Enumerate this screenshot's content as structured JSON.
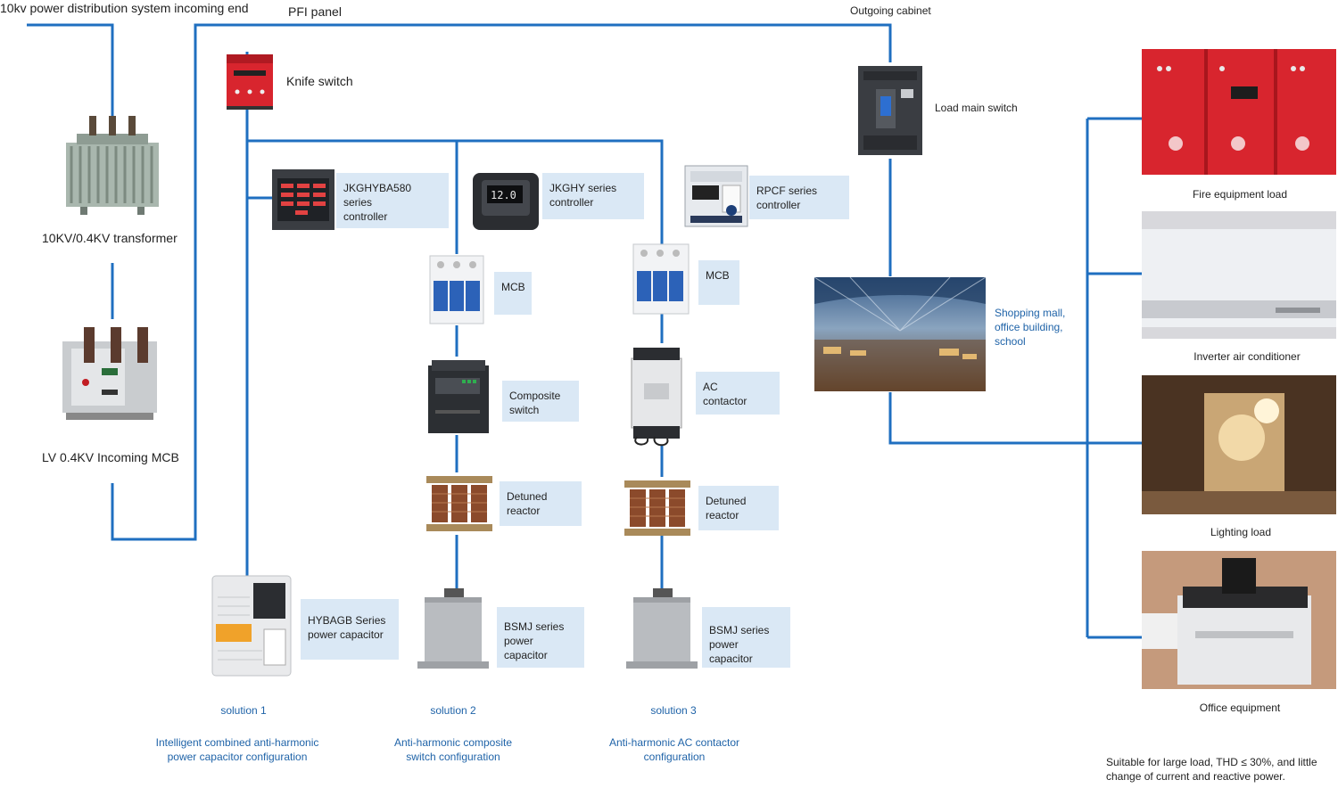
{
  "top": {
    "incoming": "10kv power distribution system incoming end",
    "pfi_panel": "PFI panel",
    "outgoing": "Outgoing cabinet"
  },
  "left": {
    "transformer": "10KV/0.4KV transformer",
    "incoming_mcb": "LV 0.4KV Incoming MCB",
    "knife_switch": "Knife switch"
  },
  "controllers": {
    "c1": [
      "JKGHYBA580 series",
      "controller"
    ],
    "c2": [
      "JKGHY series",
      "controller"
    ],
    "c3": [
      "RPCF series",
      "controller"
    ]
  },
  "col2": {
    "mcb": "MCB",
    "composite": [
      "Composite",
      "switch"
    ],
    "reactor": [
      "Detuned",
      "reactor"
    ],
    "capacitor": [
      "BSMJ series",
      "power capacitor"
    ]
  },
  "col3": {
    "mcb": "MCB",
    "contactor": [
      "AC",
      "contactor"
    ],
    "reactor": [
      "Detuned",
      "reactor"
    ],
    "capacitor": [
      "BSMJ series",
      "power capacitor"
    ]
  },
  "col1": {
    "capacitor": [
      "HYBAGB Series",
      "power capacitor"
    ]
  },
  "solutions": [
    {
      "name": "solution 1",
      "desc": [
        "Intelligent combined anti-harmonic",
        "power capacitor configuration"
      ]
    },
    {
      "name": "solution 2",
      "desc": [
        "Anti-harmonic composite",
        "switch configuration"
      ]
    },
    {
      "name": "solution 3",
      "desc": [
        "Anti-harmonic AC contactor",
        "configuration"
      ]
    }
  ],
  "load": {
    "main_switch": "Load main switch",
    "mall": [
      "Shopping mall,",
      "office building,",
      "school"
    ]
  },
  "loads": {
    "fire": "Fire equipment load",
    "ac": "Inverter air conditioner",
    "lighting": "Lighting load",
    "office": "Office equipment"
  },
  "note": [
    "Suitable for large load, THD ≤ 30%, and little",
    "change of current and reactive power."
  ],
  "colors": {
    "wire": "#1f6fc0",
    "label_box": "#dae8f5",
    "blue_text": "#1f63a8",
    "fire_red": "#d8252e"
  }
}
